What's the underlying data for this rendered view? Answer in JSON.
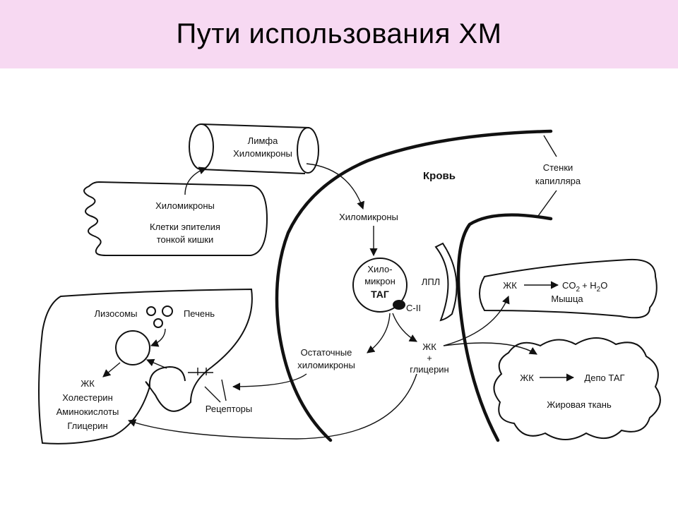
{
  "colors": {
    "title_background": "#f7d9f2",
    "line": "#111111",
    "page_background": "#ffffff"
  },
  "title": "Пути использования ХМ",
  "labels": {
    "lymph_line1": "Лимфа",
    "lymph_line2": "Хиломикроны",
    "blood": "Кровь",
    "capillary_line1": "Стенки",
    "capillary_line2": "капилляра",
    "intestine_chylo": "Хиломикроны",
    "intestine_line1": "Клетки эпителия",
    "intestine_line2": "тонкой кишки",
    "blood_chylo": "Хиломикроны",
    "particle_line1": "Хило-",
    "particle_line2": "микрон",
    "particle_line3": "ТАГ",
    "apo": "C-II",
    "lpl": "ЛПЛ",
    "muscle_fa": "ЖК",
    "muscle_co2": "CO",
    "muscle_co2_sub": "2",
    "muscle_plus": "+ H",
    "muscle_h2o_sub": "2",
    "muscle_o": "O",
    "muscle_name": "Мышца",
    "lysosomes": "Лизосомы",
    "liver": "Печень",
    "remnant_line1": "Остаточные",
    "remnant_line2": "хиломикроны",
    "fa_glycerol_line1": "ЖК",
    "fa_glycerol_line2": "+",
    "fa_glycerol_line3": "глицерин",
    "adipose_fa": "ЖК",
    "adipose_depot": "Депо ТАГ",
    "adipose_name": "Жировая ткань",
    "liver_out_line1": "ЖК",
    "liver_out_line2": "Холестерин",
    "liver_out_line3": "Аминокислоты",
    "liver_out_line4": "Глицерин",
    "receptors": "Рецепторы"
  }
}
